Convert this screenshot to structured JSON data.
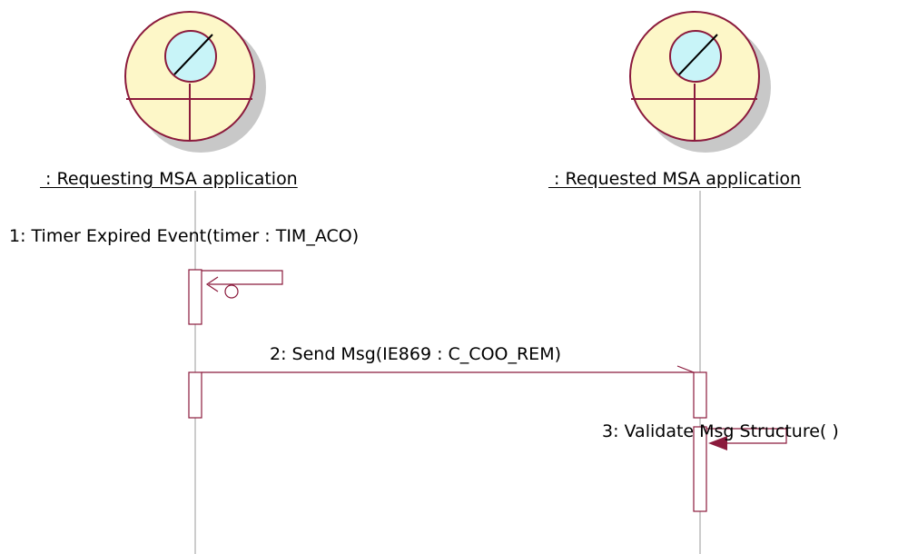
{
  "objects": [
    {
      "name": " : Requesting MSA application"
    },
    {
      "name": " : Requested MSA application"
    }
  ],
  "messages": [
    {
      "label": "1: Timer Expired Event(timer : TIM_ACO)"
    },
    {
      "label": "2: Send Msg(IE869 : C_COO_REM)"
    },
    {
      "label": "3: Validate Msg Structure( )"
    }
  ],
  "colors": {
    "stroke": "#8b1a3c",
    "actor_fill": "#fdf7c8",
    "head_fill": "#c8f4f8",
    "shadow": "#c8c8c8",
    "lifeline": "#9a9a9a"
  }
}
